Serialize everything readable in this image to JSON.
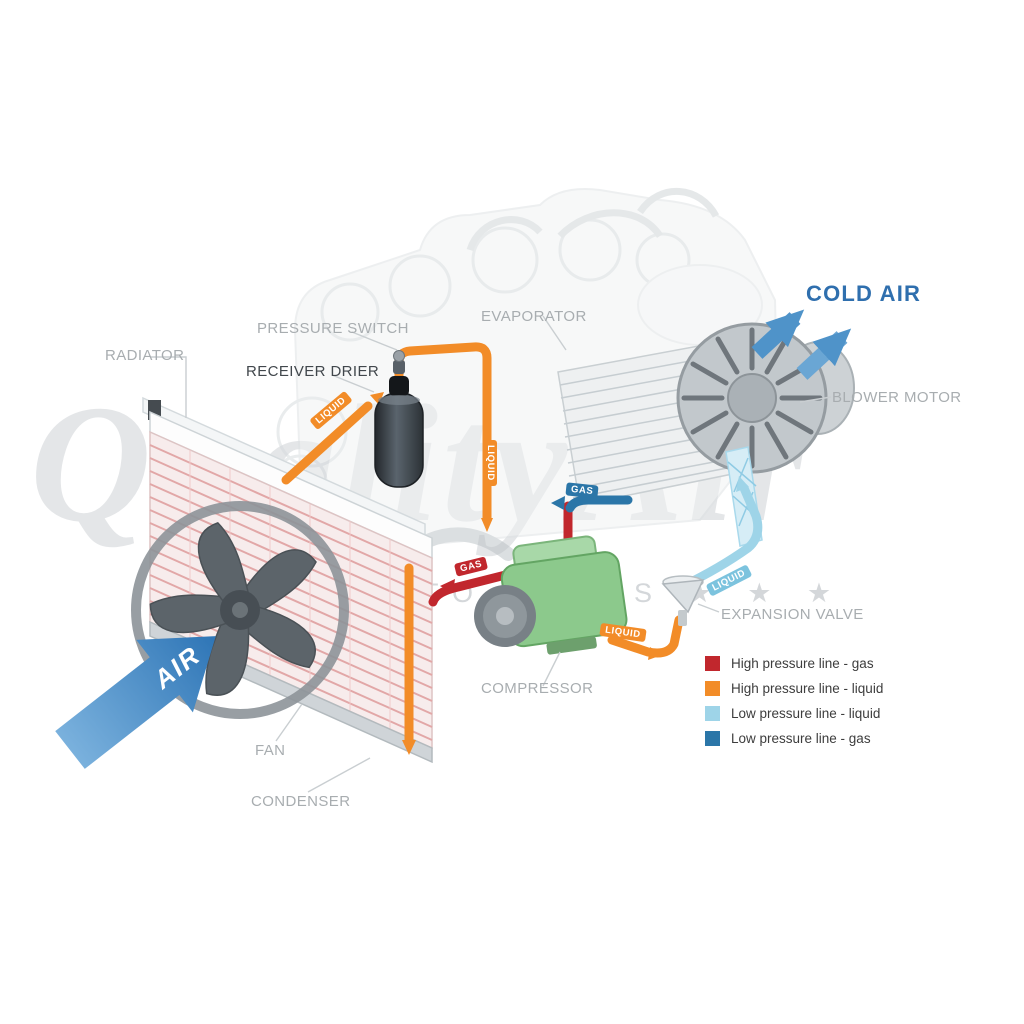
{
  "watermark": {
    "brand": "QualityAir",
    "tagline": "★ ★ ★  AUTO PARTS  ★ ★ ★"
  },
  "labels": {
    "radiator": "RADIATOR",
    "pressure_switch": "PRESSURE SWITCH",
    "receiver_drier": "RECEIVER DRIER",
    "evaporator": "EVAPORATOR",
    "cold_air": "COLD AIR",
    "blower_motor": "BLOWER MOTOR",
    "expansion_valve": "EXPANSION VALVE",
    "compressor": "COMPRESSOR",
    "fan": "FAN",
    "condenser": "CONDENSER",
    "air": "AIR"
  },
  "flow": {
    "liquid": "LIQUID",
    "gas": "GAS"
  },
  "legend": {
    "items": [
      {
        "label": "High pressure line - gas",
        "color": "#c1272d"
      },
      {
        "label": "High pressure line - liquid",
        "color": "#f28c28"
      },
      {
        "label": "Low pressure line - liquid",
        "color": "#9ed4e8"
      },
      {
        "label": "Low pressure line -  gas",
        "color": "#2b76a8"
      }
    ]
  },
  "colors": {
    "cold_air_text": "#2f6fae",
    "component_label": "#a8adb0",
    "dark_label": "#41474c"
  }
}
